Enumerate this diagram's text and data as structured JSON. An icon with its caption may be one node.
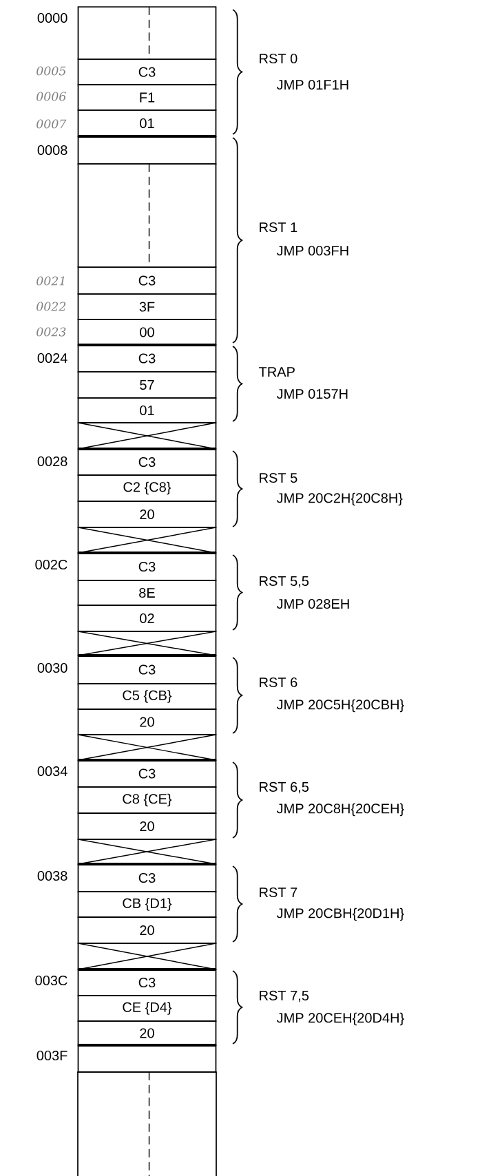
{
  "diagram": {
    "nodes": [
      {
        "text": [],
        "shape": "box"
      },
      {
        "text": [
          "C3"
        ]
      },
      {
        "text": [
          "F1"
        ]
      },
      {
        "text": [
          "01"
        ]
      },
      {
        "text": [],
        "shape": "box"
      },
      {
        "text": [],
        "shape": "box"
      },
      {
        "text": [
          "C3"
        ]
      },
      {
        "text": [
          "3F"
        ]
      },
      {
        "text": [
          "00"
        ]
      },
      {
        "text": [
          "C3"
        ]
      },
      {
        "text": [
          "57"
        ]
      },
      {
        "text": [
          "01"
        ]
      },
      {
        "text": [],
        "shape": "box"
      },
      {
        "text": [
          "C3"
        ]
      },
      {
        "text": [
          "C2 {C8}"
        ]
      },
      {
        "text": [
          "20"
        ]
      },
      {
        "text": [],
        "shape": "box"
      },
      {
        "text": [
          "C3"
        ]
      },
      {
        "text": [
          "8E"
        ]
      },
      {
        "text": [
          "02"
        ]
      },
      {
        "text": [],
        "shape": "box"
      },
      {
        "text": [
          "C3"
        ]
      },
      {
        "text": [
          "C5 {CB}"
        ]
      },
      {
        "text": [
          "20"
        ]
      },
      {
        "text": [],
        "shape": "box"
      },
      {
        "text": [
          "C3"
        ]
      },
      {
        "text": [
          "C8 {CE}"
        ]
      },
      {
        "text": [
          "20"
        ]
      },
      {
        "text": [],
        "shape": "box"
      },
      {
        "text": [
          "C3"
        ]
      },
      {
        "text": [
          "CB {D1}"
        ]
      },
      {
        "text": [
          "20"
        ]
      },
      {
        "text": [],
        "shape": "box"
      },
      {
        "text": [
          "C3"
        ]
      },
      {
        "text": [
          "CE {D4}"
        ]
      },
      {
        "text": [
          "20"
        ]
      },
      {
        "text": [],
        "shape": "box"
      },
      {
        "text": [],
        "shape": "box"
      }
    ],
    "labels": [
      "0000",
      "RST 0",
      "0005",
      "JMP 01F1H",
      "0006",
      "0007",
      "0008",
      "RST 1",
      "JMP 003FH",
      "0021",
      "0022",
      "0023",
      "0024",
      "TRAP",
      "JMP 0157H",
      "0028",
      "RST 5",
      "JMP 20C2H{20C8H}",
      "002C",
      "RST 5,5",
      "JMP 028EH",
      "0030",
      "RST 6",
      "JMP 20C5H{20CBH}",
      "0034",
      "RST 6,5",
      "JMP 20C8H{20CEH}",
      "0038",
      "RST 7",
      "JMP 20CBH{20D1H}",
      "003C",
      "RST 7,5",
      "JMP 20CEH{20D4H}",
      "003F"
    ]
  }
}
